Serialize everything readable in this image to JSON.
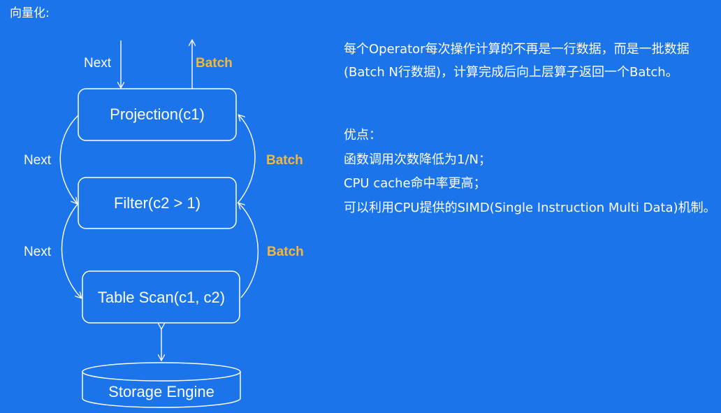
{
  "title": "向量化:",
  "diagram": {
    "nodes": {
      "projection": "Projection(c1)",
      "filter": "Filter(c2 > 1)",
      "table_scan": "Table Scan(c1, c2)",
      "storage": "Storage Engine"
    },
    "edge_labels": {
      "next_top": "Next",
      "batch_top": "Batch",
      "next_middle": "Next",
      "batch_middle": "Batch",
      "next_bottom": "Next",
      "batch_bottom": "Batch"
    }
  },
  "description": "每个Operator每次操作计算的不再是一行数据，而是一批数据(Batch N行数据)，计算完成后向上层算子返回一个Batch。",
  "advantages": {
    "heading": "优点：",
    "items": [
      "函数调用次数降低为1/N；",
      "CPU cache命中率更高；",
      "可以利用CPU提供的SIMD(Single Instruction Multi Data)机制。"
    ]
  },
  "colors": {
    "background": "#1b74ea",
    "batch_label": "#f5b73b",
    "stroke": "#ffffff"
  }
}
